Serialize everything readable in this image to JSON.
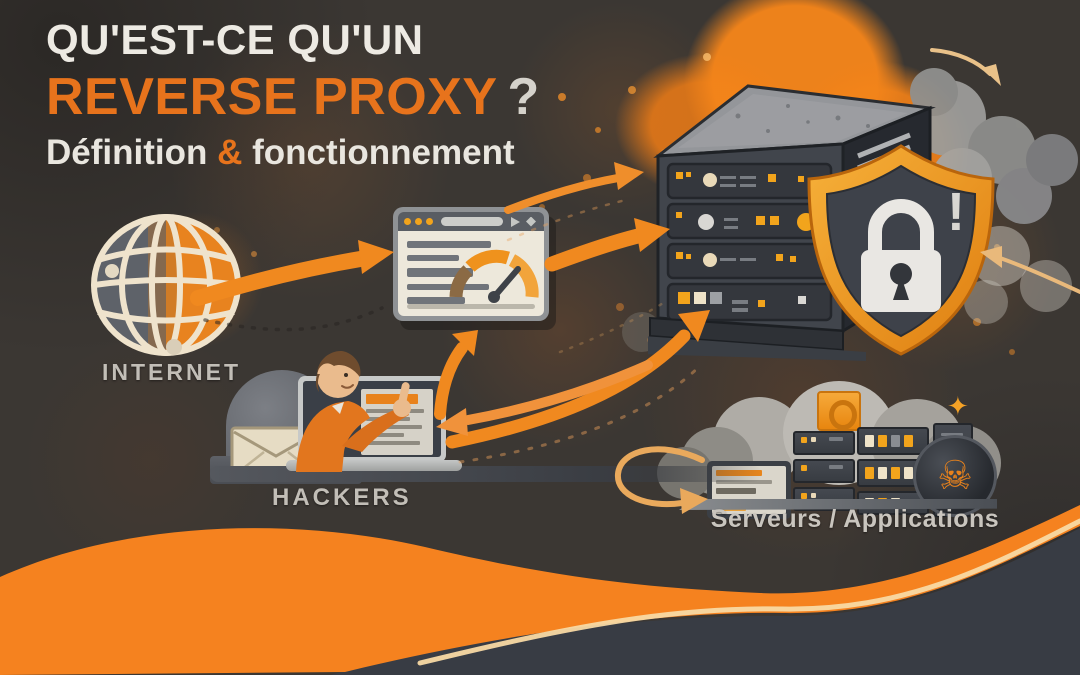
{
  "title": {
    "line1": "QU'EST-CE QU'UN",
    "line2": "REVERSE PROXY",
    "line2_mark": "?",
    "line3_part1": "Définition",
    "line3_amp": "&",
    "line3_part2": "fonctionnement"
  },
  "nodes": {
    "internet": {
      "label": "INTERNET",
      "icon": "globe-icon"
    },
    "proxy": {
      "icon": "browser-speedometer-icon"
    },
    "protected_server": {
      "icon": "server-rack-icon",
      "shield": "shield-lock-icon",
      "alert_mark": "!"
    },
    "hackers": {
      "label": "HACKERS",
      "icon": "hacker-laptop-icon",
      "side_icon": "envelope-icon"
    },
    "servers": {
      "label": "Serveurs / Applications",
      "icons": [
        "monitor-icon",
        "server-stack-icon",
        "cloud-icon",
        "cube-icon",
        "bomb-skull-icon"
      ]
    }
  },
  "bomb": {
    "skull_glyph": "☠",
    "spark_glyph": "✦"
  },
  "colors": {
    "accent_orange": "#F08119",
    "wave_orange": "#F5821F",
    "wave_highlight": "#F8D9A4",
    "background_dark": "#3B3733",
    "bottom_slate": "#383C44",
    "title_light": "#EDEAE3",
    "title_orange": "#E7731C",
    "label_gray": "#C2BEB7",
    "shield_gold": "#F2A32A",
    "panel_dark": "#3F434A"
  }
}
